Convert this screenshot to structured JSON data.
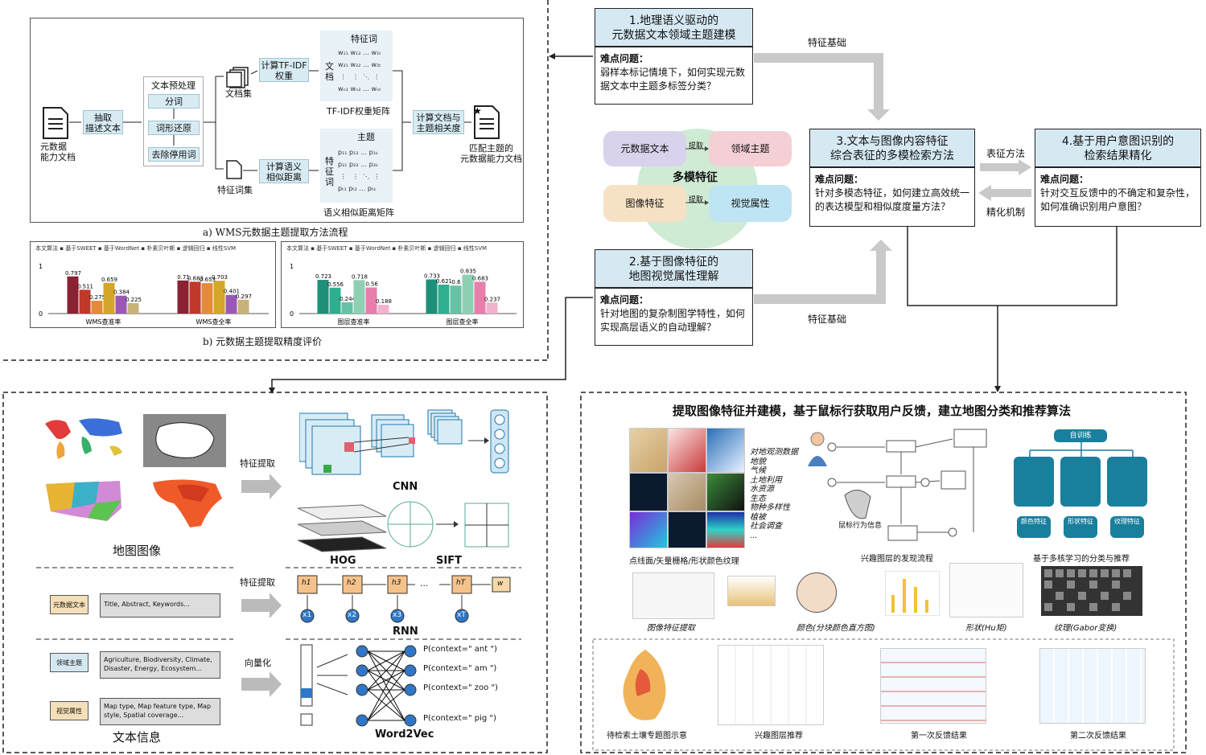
{
  "a_panel": {
    "caption": "a) WMS元数据主题提取方法流程",
    "source_doc": "元数据\n能力文档",
    "extract": "抽取\n描述文本",
    "preprocess_title": "文本预处理",
    "steps": [
      "分词",
      "词形还原",
      "去除停用词"
    ],
    "doc_set": "文档集",
    "calc_tfidf": "计算TF-IDF\n权重",
    "feat_word_set": "特征词集",
    "calc_semantic": "计算语义\n相似距离",
    "calc_relevance": "计算文档与\n主题相关度",
    "output_doc": "匹配主题的\n元数据能力文档",
    "tfidf_title": "特征词",
    "tfidf_side": "文\n档",
    "tfidf_caption": "TF-IDF权重矩阵",
    "topic_title": "主题",
    "topic_side": "特\n征\n词",
    "topic_caption": "语义相似距离矩阵"
  },
  "b_panel": {
    "caption": "b) 元数据主题提取精度评价",
    "legend1": [
      "本文算法",
      "基于SWEET",
      "基于WordNet",
      "朴素贝叶斯",
      "逻辑回归",
      "线性SVM"
    ],
    "legend2": [
      "本文算法",
      "基于SWEET",
      "基于WordNet",
      "朴素贝叶斯",
      "逻辑回归",
      "线性SVM"
    ]
  },
  "chart_data": [
    {
      "type": "bar",
      "categories": [
        "WMS查准率",
        "WMS查全率"
      ],
      "series": [
        {
          "name": "本文算法",
          "values": [
            0.797,
            0.71
          ]
        },
        {
          "name": "基于SWEET",
          "values": [
            0.511,
            0.683
          ]
        },
        {
          "name": "基于WordNet",
          "values": [
            0.275,
            0.653
          ]
        },
        {
          "name": "朴素贝叶斯",
          "values": [
            0.659,
            0.703
          ]
        },
        {
          "name": "逻辑回归",
          "values": [
            0.384,
            0.401
          ]
        },
        {
          "name": "线性SVM",
          "values": [
            0.225,
            0.297
          ]
        }
      ],
      "ylim": [
        0,
        1
      ]
    },
    {
      "type": "bar",
      "categories": [
        "图层查准率",
        "图层查全率"
      ],
      "series": [
        {
          "name": "本文算法",
          "values": [
            0.723,
            0.733
          ]
        },
        {
          "name": "基于SWEET",
          "values": [
            0.556,
            0.621
          ]
        },
        {
          "name": "基于WordNet",
          "values": [
            0.244,
            0.6
          ]
        },
        {
          "name": "朴素贝叶斯",
          "values": [
            0.718,
            0.835
          ]
        },
        {
          "name": "逻辑回归",
          "values": [
            0.56,
            0.683
          ]
        },
        {
          "name": "线性SVM",
          "values": [
            0.188,
            0.237
          ]
        }
      ],
      "ylim": [
        0,
        1
      ]
    }
  ],
  "colors": {
    "series": [
      "#8b2233",
      "#c0392b",
      "#e58a3a",
      "#d4a62a",
      "#9b59b6",
      "#c7b37a"
    ],
    "series2": [
      "#1f8f7a",
      "#2eb08f",
      "#66c2a5",
      "#8fd0b5",
      "#e87eab",
      "#f2b2cd"
    ],
    "accent": "#d6e9f3",
    "teal": "#1a7f9d"
  },
  "task1": {
    "title": "1.地理语义驱动的\n元数据文本领域主题建模",
    "problem_label": "难点问题：",
    "problem": "弱样本标记情境下，如何实现元数据文本中主题多标签分类？"
  },
  "task2": {
    "title": "2.基于图像特征的\n地图视觉属性理解",
    "problem_label": "难点问题：",
    "problem": "针对地图的复杂制图学特性，如何实现高层语义的自动理解？"
  },
  "task3": {
    "title": "3.文本与图像内容特征\n综合表征的多模检索方法",
    "problem_label": "难点问题：",
    "problem": "针对多模态特征，如何建立高效统一的表达模型和相似度度量方法？"
  },
  "task4": {
    "title": "4.基于用户意图识别的\n检索结果精化",
    "problem_label": "难点问题：",
    "problem": "针对交互反馈中的不确定和复杂性，如何准确识别用户意图？"
  },
  "arrows": {
    "feature_basis_top": "特征基础",
    "feature_basis_bottom": "特征基础",
    "repr_method": "表征方法",
    "refine_mech": "精化机制"
  },
  "multimodal": {
    "center": "多模特征",
    "tl": "元数据文本",
    "tr": "领域主题",
    "bl": "图像特征",
    "br": "视觉属性",
    "extract1": "提取",
    "extract2": "提取"
  },
  "bottom_left": {
    "map_images": "地图图像",
    "text_info": "文本信息",
    "feat_extract1": "特征提取",
    "feat_extract2": "特征提取",
    "vectorize": "向量化",
    "cnn": "CNN",
    "hog": "HOG",
    "sift": "SIFT",
    "rnn": "RNN",
    "word2vec": "Word2Vec",
    "meta_text": "元数据文本",
    "field1": "Title, Abstract, Keywords...",
    "domain_topic": "领域主题",
    "field2": "Agriculture, Biodiversity, Climate, Disaster, Energy, Ecosystem...",
    "visual_attr": "视觉属性",
    "field3": "Map type, Map feature type, Map style, Spatial coverage...",
    "rnn_h": [
      "h1",
      "h2",
      "h3",
      "...",
      "hT"
    ],
    "rnn_x": [
      "x1",
      "x2",
      "x3",
      "xT"
    ],
    "rnn_w": "w",
    "p": [
      "P(context=\" ant \")",
      "P(context=\" am \")",
      "P(context=\" zoo \")",
      "P(context=\" pig \")"
    ]
  },
  "bottom_right": {
    "title": "提取图像特征并建模，基于鼠标行获取用户反馈，建立地图分类和推荐算法",
    "categories": [
      "对地观测数据",
      "地貌",
      "气候",
      "土地利用",
      "水资源",
      "生态",
      "物种多样性",
      "植被",
      "社会调查",
      "..."
    ],
    "cap_samples": "点线面/矢量栅格/形状颜色纹理",
    "cap_flow": "兴趣图层的发现流程",
    "cap_multikernel": "基于多核学习的分类与推荐",
    "cap_feature": "图像特征提取",
    "cap_color": "颜色(分块颜色直方图)",
    "cap_shape": "形状(Hu矩)",
    "cap_texture": "纹理(Gabor变换)",
    "cap_r1": "待检索土壤专题图示意",
    "cap_r2": "兴趣图层推荐",
    "cap_r3": "第一次反馈结果",
    "cap_r4": "第二次反馈结果",
    "tree_root": "自训练",
    "tree_nodes": [
      "颜色特征",
      "形状特征",
      "纹理特征"
    ],
    "user_click": "鼠标行为信息"
  }
}
